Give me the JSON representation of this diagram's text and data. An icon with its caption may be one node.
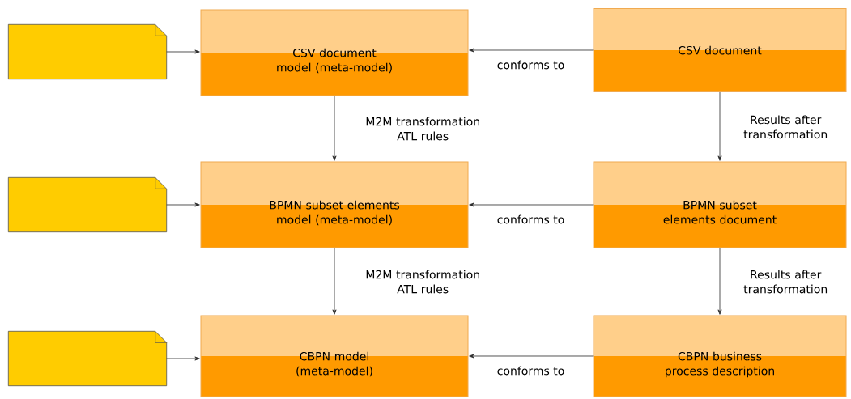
{
  "diagram": {
    "nodes": [
      {
        "text": [],
        "shape": "note"
      },
      {
        "text": [
          "CSV document model (meta-model)"
        ]
      },
      {
        "text": [
          "CSV document"
        ]
      },
      {
        "text": [],
        "shape": "note"
      },
      {
        "text": [
          "BPMN subset elements model (meta-model)"
        ]
      },
      {
        "text": [
          "BPMN subset elements document"
        ]
      },
      {
        "text": [],
        "shape": "note"
      },
      {
        "text": [
          "CBPN model (meta-model)"
        ]
      },
      {
        "text": [
          "CBPN business process description"
        ]
      }
    ],
    "edges": [
      {
        "from": 0,
        "to": 1,
        "arrow": "to"
      },
      {
        "from": 2,
        "to": 1,
        "arrow": "to",
        "label": "conforms to"
      },
      {
        "from": 1,
        "to": 4,
        "arrow": "to",
        "label": "M2M transformation ATL rules"
      },
      {
        "from": 2,
        "to": 5,
        "arrow": "to",
        "label": "Results after transformation"
      },
      {
        "from": 3,
        "to": 4,
        "arrow": "to"
      },
      {
        "from": 5,
        "to": 4,
        "arrow": "to",
        "label": "conforms to"
      },
      {
        "from": 4,
        "to": 7,
        "arrow": "to",
        "label": "M2M transformation ATL rules"
      },
      {
        "from": 5,
        "to": 8,
        "arrow": "to",
        "label": "Results after transformation"
      },
      {
        "from": 6,
        "to": 7,
        "arrow": "to"
      },
      {
        "from": 8,
        "to": 7,
        "arrow": "to",
        "label": "conforms to"
      }
    ]
  }
}
